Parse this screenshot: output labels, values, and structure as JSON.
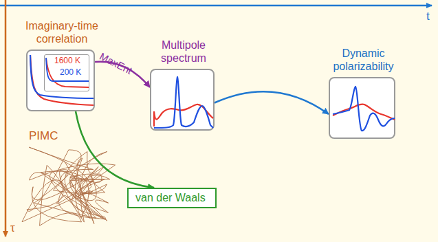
{
  "diagram": {
    "nodes": [
      {
        "text": [
          "Imaginary-time correlation"
        ]
      },
      {
        "text": [
          "1600 K",
          "200 K"
        ],
        "in": 0
      },
      {
        "text": [
          "Multipole spectrum"
        ]
      },
      {
        "text": [
          "Dynamic polarizability"
        ]
      },
      {
        "text": [
          "van der Waals"
        ]
      }
    ],
    "edges": [
      {
        "from": 0,
        "to": 2,
        "arrow": "to",
        "label": "MaxEnt"
      },
      {
        "from": 0,
        "to": 4,
        "arrow": "to"
      },
      {
        "from": 2,
        "to": 3,
        "arrow": "to"
      }
    ],
    "labels": [
      "PIMC",
      "t",
      "τ"
    ]
  }
}
